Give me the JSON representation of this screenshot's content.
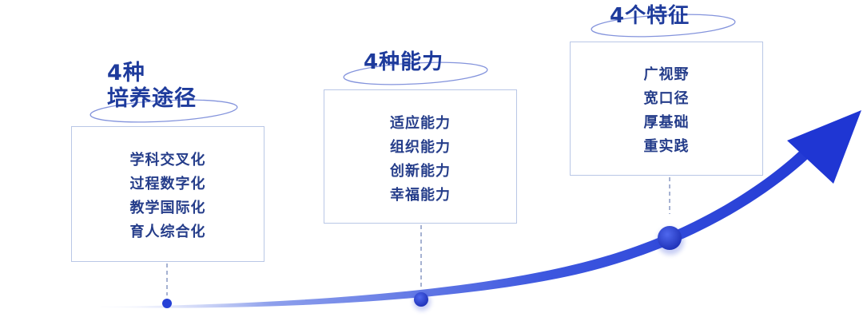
{
  "colors": {
    "arrow": "#2540d6",
    "title": "#1e3b9c",
    "item": "#253d8a",
    "card_border": "#b9c7e6",
    "connector": "#6c7fb4"
  },
  "stages": [
    {
      "count": "4种",
      "title": "培养途径",
      "items": [
        "学科交叉化",
        "过程数字化",
        "教学国际化",
        "育人综合化"
      ]
    },
    {
      "title": "4种能力",
      "items": [
        "适应能力",
        "组织能力",
        "创新能力",
        "幸福能力"
      ]
    },
    {
      "title": "4个特征",
      "items": [
        "广视野",
        "宽口径",
        "厚基础",
        "重实践"
      ]
    }
  ]
}
